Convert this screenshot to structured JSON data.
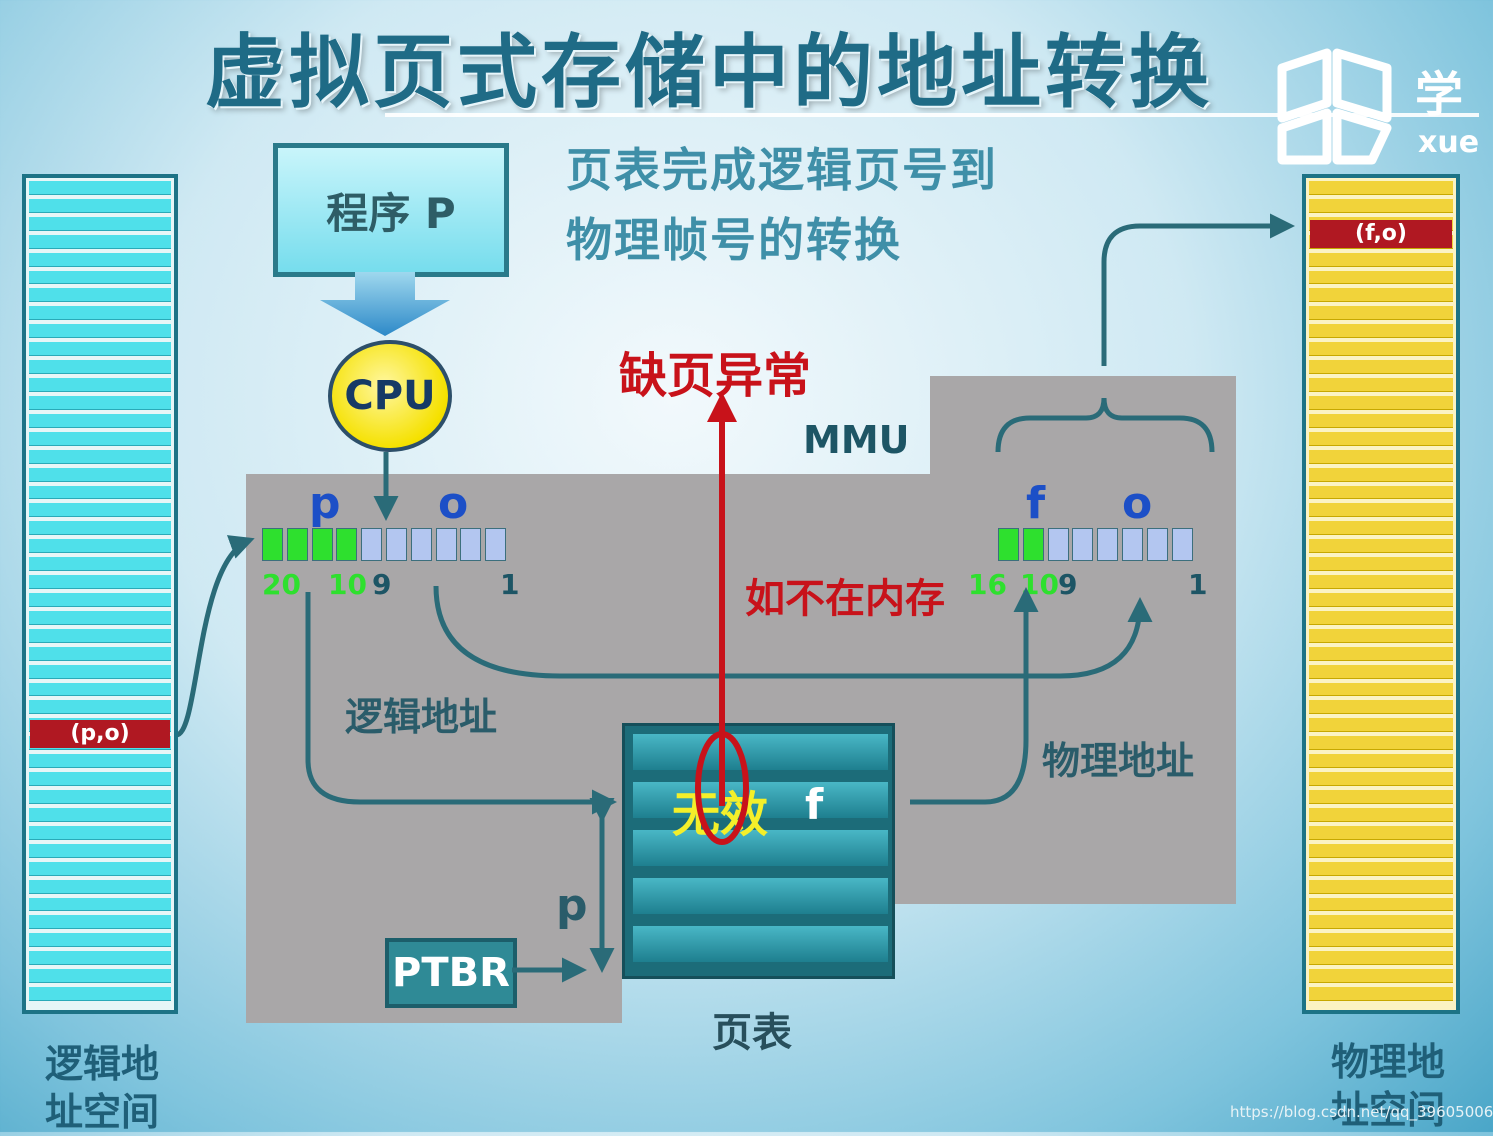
{
  "title": "虚拟页式存储中的地址转换",
  "logo": {
    "glyph": "学",
    "sub": "xue",
    "icon": "open-book-icon"
  },
  "subtitle": {
    "line1": "页表完成逻辑页号到",
    "line2": "物理帧号的转换"
  },
  "program_box": "程序 P",
  "cpu": "CPU",
  "mmu": "MMU",
  "page_fault": "缺页异常",
  "not_in_memory": "如不在内存",
  "logical_address": {
    "label": "逻辑地址",
    "p_label": "p",
    "o_label": "o",
    "bit_20": "20",
    "bit_10": "10",
    "bit_9": "9",
    "bit_1": "1",
    "green_bits": 4,
    "blue_bits": 6
  },
  "physical_address": {
    "label": "物理地址",
    "f_label": "f",
    "o_label": "o",
    "bit_16": "16",
    "bit_10": "10",
    "bit_9": "9",
    "bit_1": "1",
    "green_bits": 2,
    "blue_bits": 6
  },
  "page_table": {
    "label": "页表",
    "invalid": "无效",
    "frame": "f",
    "offset_label": "p"
  },
  "ptbr": "PTBR",
  "logical_space": {
    "label_line1": "逻辑地",
    "label_line2": "址空间",
    "marker": "(p,o)"
  },
  "physical_space": {
    "label_line1": "物理地",
    "label_line2": "址空间",
    "marker": "(f,o)"
  },
  "watermark": "https://blog.csdn.net/qq_39605006",
  "colors": {
    "title": "#1f6b86",
    "logical_stack": "#4fe0ea",
    "physical_stack": "#f1d33a",
    "marker": "#b01822",
    "page_fault": "#c8121a",
    "invalid": "#f4ef2a"
  }
}
